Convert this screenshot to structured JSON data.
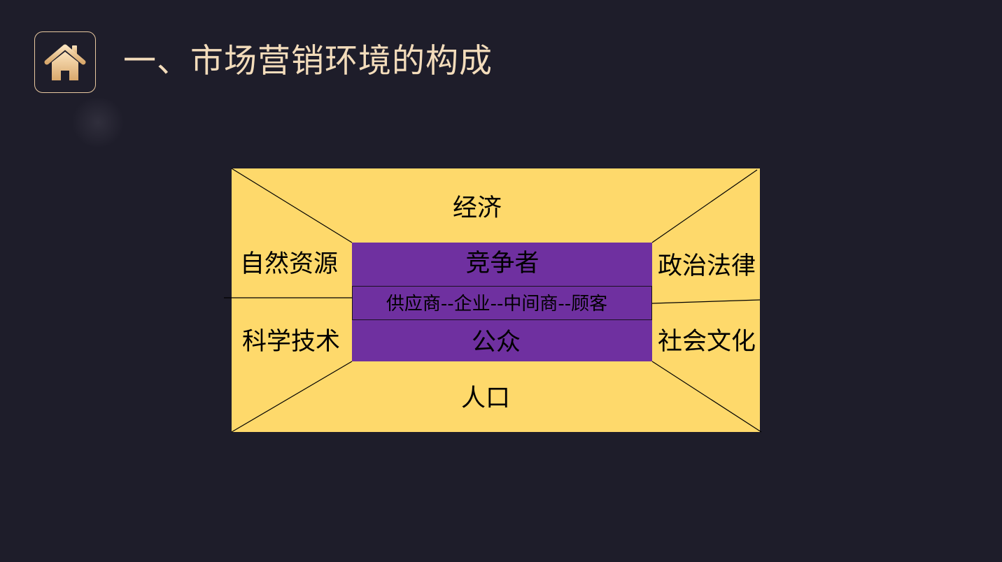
{
  "header": {
    "home_icon": "home-icon",
    "title": "一、市场营销环境的构成"
  },
  "diagram": {
    "colors": {
      "background": "#1e1d2a",
      "outer_fill": "#fed96b",
      "inner_fill": "#6f30a0",
      "line": "#000000",
      "title": "#f3dcbb"
    },
    "macro": {
      "top": "经济",
      "left_upper": "自然资源",
      "left_lower": "科学技术",
      "right_upper": "政治法律",
      "right_lower": "社会文化",
      "bottom": "人口"
    },
    "micro": {
      "top": "竞争者",
      "chain": "供应商--企业--中间商--顾客",
      "bottom": "公众"
    }
  }
}
